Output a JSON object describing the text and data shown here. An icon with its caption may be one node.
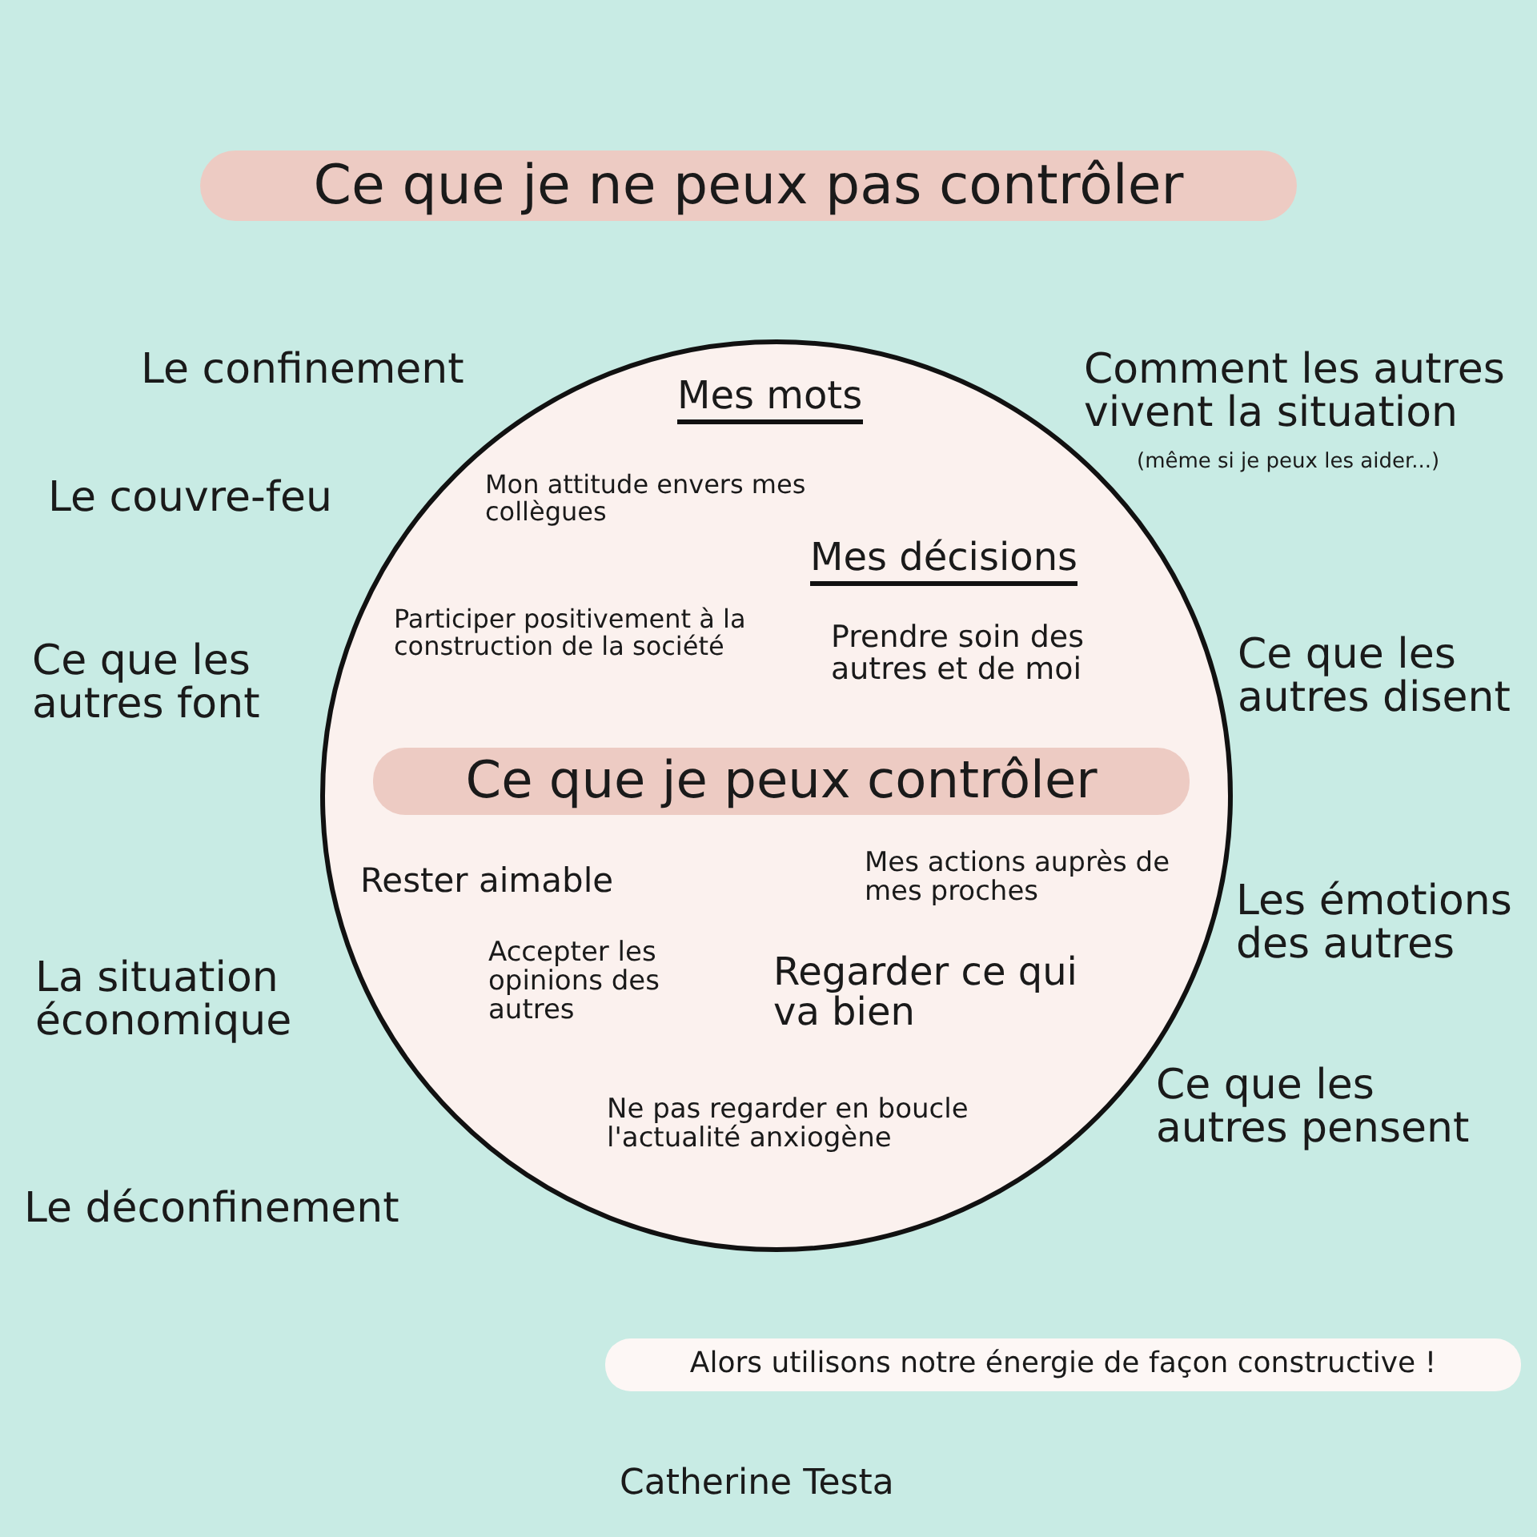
{
  "diagram": {
    "title": "Ce que je ne peux pas contrôler",
    "nodes": [
      {
        "text": [
          "Mes mots",
          "Mon attitude envers mes collègues",
          "Mes décisions",
          "Participer positivement à la construction de la société",
          "Prendre soin des autres et de moi",
          "Ce que je peux contrôler",
          "Rester aimable",
          "Mes actions auprès de mes proches",
          "Accepter les opinions des autres",
          "Regarder ce qui va bien",
          "Ne pas regarder en boucle l'actualité anxiogène"
        ]
      }
    ],
    "edges": [],
    "labels": [
      "Le confinement",
      "Comment les autres vivent la situation",
      "(même si je peux les aider...)",
      "Le couvre-feu",
      "Ce que les autres font",
      "Ce que les autres disent",
      "Les émotions des autres",
      "La situation économique",
      "Ce que les autres pensent",
      "Le déconfinement",
      "Alors utilisons notre énergie de façon constructive !",
      "Catherine Testa"
    ]
  }
}
